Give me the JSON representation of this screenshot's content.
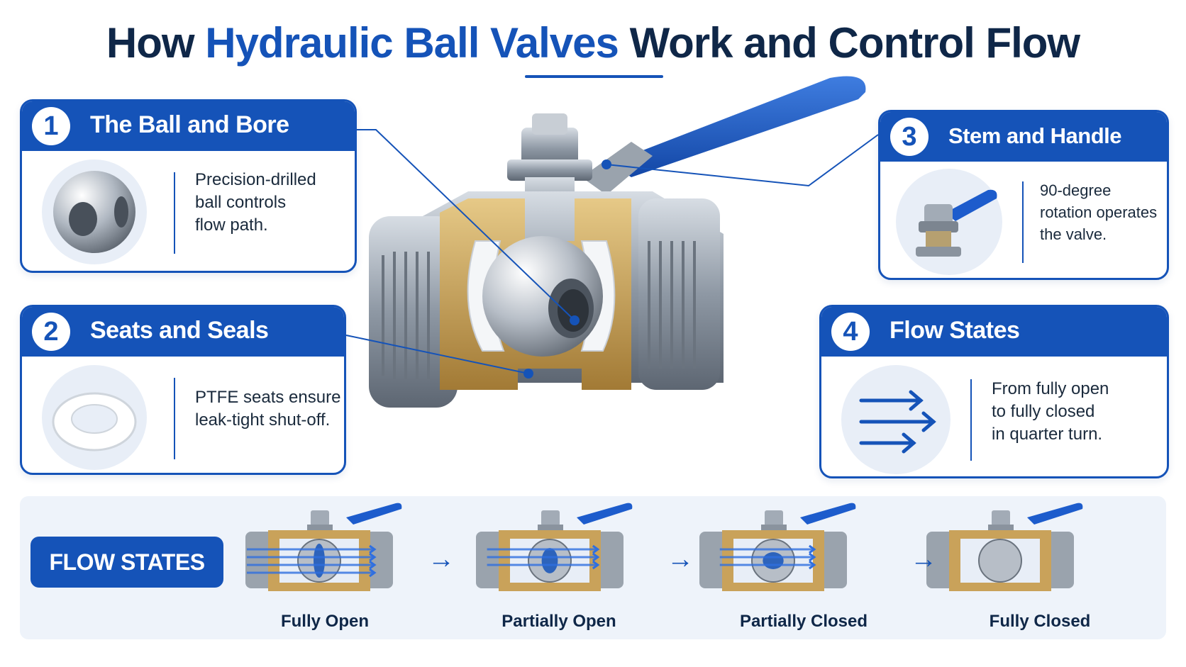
{
  "title": {
    "prefix": "How ",
    "highlight": "Hydraulic Ball Valves",
    "suffix": " Work and Control Flow"
  },
  "cards": [
    {
      "number": "1",
      "title": "The Ball and Bore",
      "lines": [
        "Precision-drilled",
        "ball controls",
        "flow path."
      ]
    },
    {
      "number": "2",
      "title": "Seats and Seals",
      "lines": [
        "PTFE seats ensure",
        "leak-tight shut-off."
      ]
    },
    {
      "number": "3",
      "title": "Stem and Handle",
      "lines": [
        "90-degree",
        "rotation operates",
        "the valve."
      ]
    },
    {
      "number": "4",
      "title": "Flow States",
      "lines": [
        "From fully open",
        "to fully closed",
        "in quarter turn."
      ]
    }
  ],
  "flow_strip": {
    "badge": "FLOW STATES",
    "arrow": "→",
    "states": [
      {
        "label": "Fully Open",
        "opening": 1.0
      },
      {
        "label": "Partially Open",
        "opening": 0.66
      },
      {
        "label": "Partially Closed",
        "opening": 0.33
      },
      {
        "label": "Fully Closed",
        "opening": 0.0
      }
    ]
  },
  "colors": {
    "brand_blue": "#1553b8",
    "title_dark": "#0f2748",
    "brass": "#c9a25a",
    "steel": "#a9b2bd",
    "ptfe": "#f4f6f8"
  },
  "icons": [
    "ball-icon",
    "seal-ring-icon",
    "stem-handle-icon",
    "flow-arrows-icon"
  ]
}
